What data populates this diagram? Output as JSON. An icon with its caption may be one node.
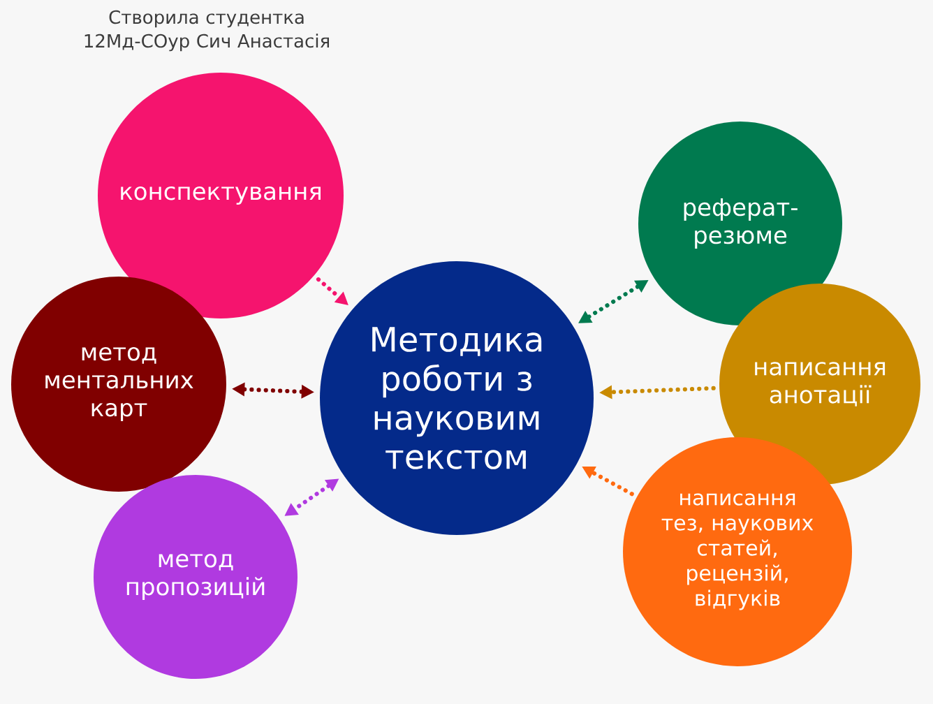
{
  "diagram": {
    "nodes": [
      {
        "text": [
          "Методика роботи з науковим текстом"
        ]
      },
      {
        "text": [
          "конспектування"
        ]
      },
      {
        "text": [
          "метод ментальних карт"
        ]
      },
      {
        "text": [
          "метод пропозицій"
        ]
      },
      {
        "text": [
          "реферат-резюме"
        ]
      },
      {
        "text": [
          "написання анотації"
        ]
      },
      {
        "text": [
          "написання тез, наукових статей, рецензій, відгуків"
        ]
      }
    ],
    "edges": [
      {
        "from": 1,
        "to": 0,
        "arrow": "to",
        "style": "dashed",
        "color": "#f5146e"
      },
      {
        "from": 0,
        "to": 2,
        "arrow": "both",
        "style": "dashed",
        "color": "#800000"
      },
      {
        "from": 0,
        "to": 3,
        "arrow": "both",
        "style": "dashed",
        "color": "#b03ae0"
      },
      {
        "from": 0,
        "to": 4,
        "arrow": "both",
        "style": "dashed",
        "color": "#007a4f"
      },
      {
        "from": 5,
        "to": 0,
        "arrow": "to",
        "style": "dashed",
        "color": "#c98a00"
      },
      {
        "from": 6,
        "to": 0,
        "arrow": "to",
        "style": "dashed",
        "color": "#ff6a10"
      }
    ],
    "labels": [
      "Створила студентка 12Мд-СОур Сич Анастасія"
    ]
  }
}
